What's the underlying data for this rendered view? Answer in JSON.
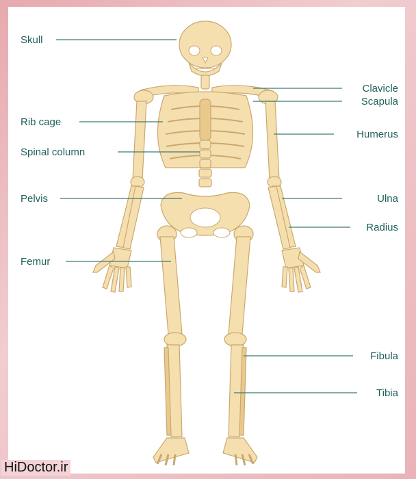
{
  "labels": {
    "skull": "Skull",
    "rib_cage": "Rib cage",
    "spinal_column": "Spinal column",
    "pelvis": "Pelvis",
    "femur": "Femur",
    "clavicle": "Clavicle",
    "scapula": "Scapula",
    "humerus": "Humerus",
    "ulna": "Ulna",
    "radius": "Radius",
    "fibula": "Fibula",
    "tibia": "Tibia"
  },
  "watermark": "HiDoctor.ir",
  "colors": {
    "bone": "#f6dfae",
    "label_text": "#1f5f5a",
    "leader_line": "#3d7a74",
    "frame_pink": "#e7a9ae"
  }
}
